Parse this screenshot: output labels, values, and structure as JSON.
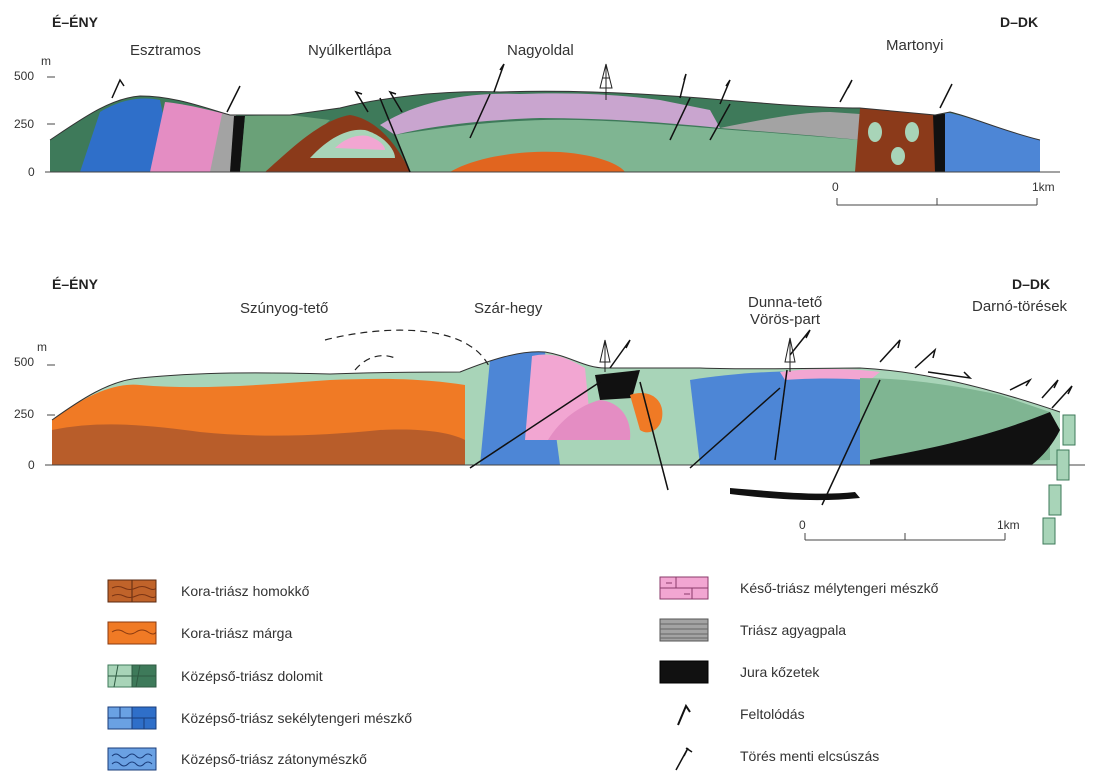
{
  "colors": {
    "kora_homokko": "#c0632a",
    "kora_marga": "#f07a25",
    "kozepso_dolomit_light": "#a8d4b8",
    "kozepso_dolomit_dark": "#3e7a5a",
    "sekelytengeri": "#4d86d6",
    "zatonymeszko": "#6aa1e3",
    "keso_melytengeri": "#f2a6d2",
    "agyagpala": "#a3a3a3",
    "jura": "#111111"
  },
  "section1": {
    "dir_left": "É–ÉNY",
    "dir_right": "D–DK",
    "axis_unit": "m",
    "ticks": [
      "500",
      "250",
      "0"
    ],
    "places": [
      "Esztramos",
      "Nyúlkertlápa",
      "Nagyoldal",
      "Martonyi"
    ],
    "scale_zero": "0",
    "scale_end": "1km"
  },
  "section2": {
    "dir_left": "É–ÉNY",
    "dir_right": "D–DK",
    "axis_unit": "m",
    "ticks": [
      "500",
      "250",
      "0"
    ],
    "places": [
      "Szúnyog-tető",
      "Szár-hegy",
      "Dunna-tető",
      "Vörös-part",
      "Darnó-törések"
    ],
    "scale_zero": "0",
    "scale_end": "1km"
  },
  "legend": [
    {
      "label": "Kora-triász  homokkő",
      "swatch": "kora_homokko"
    },
    {
      "label": "Kora-triász  márga",
      "swatch": "kora_marga"
    },
    {
      "label": "Középső-triász  dolomit",
      "swatch": "kozepso_dolomit"
    },
    {
      "label": "Középső-triász  sekélytengeri  mészkő",
      "swatch": "sekelytengeri"
    },
    {
      "label": "Középső-triász  zátonymészkő",
      "swatch": "zatonymeszko"
    },
    {
      "label": "Késő-triász  mélytengeri  mészkő",
      "swatch": "keso_melytengeri"
    },
    {
      "label": "Triász  agyagpala",
      "swatch": "agyagpala"
    },
    {
      "label": "Jura  kőzetek",
      "swatch": "jura"
    },
    {
      "label": "Feltolódás",
      "swatch": "feltolodas-symbol"
    },
    {
      "label": "Törés  menti  elcsúszás",
      "swatch": "elcsuszas-symbol"
    }
  ]
}
